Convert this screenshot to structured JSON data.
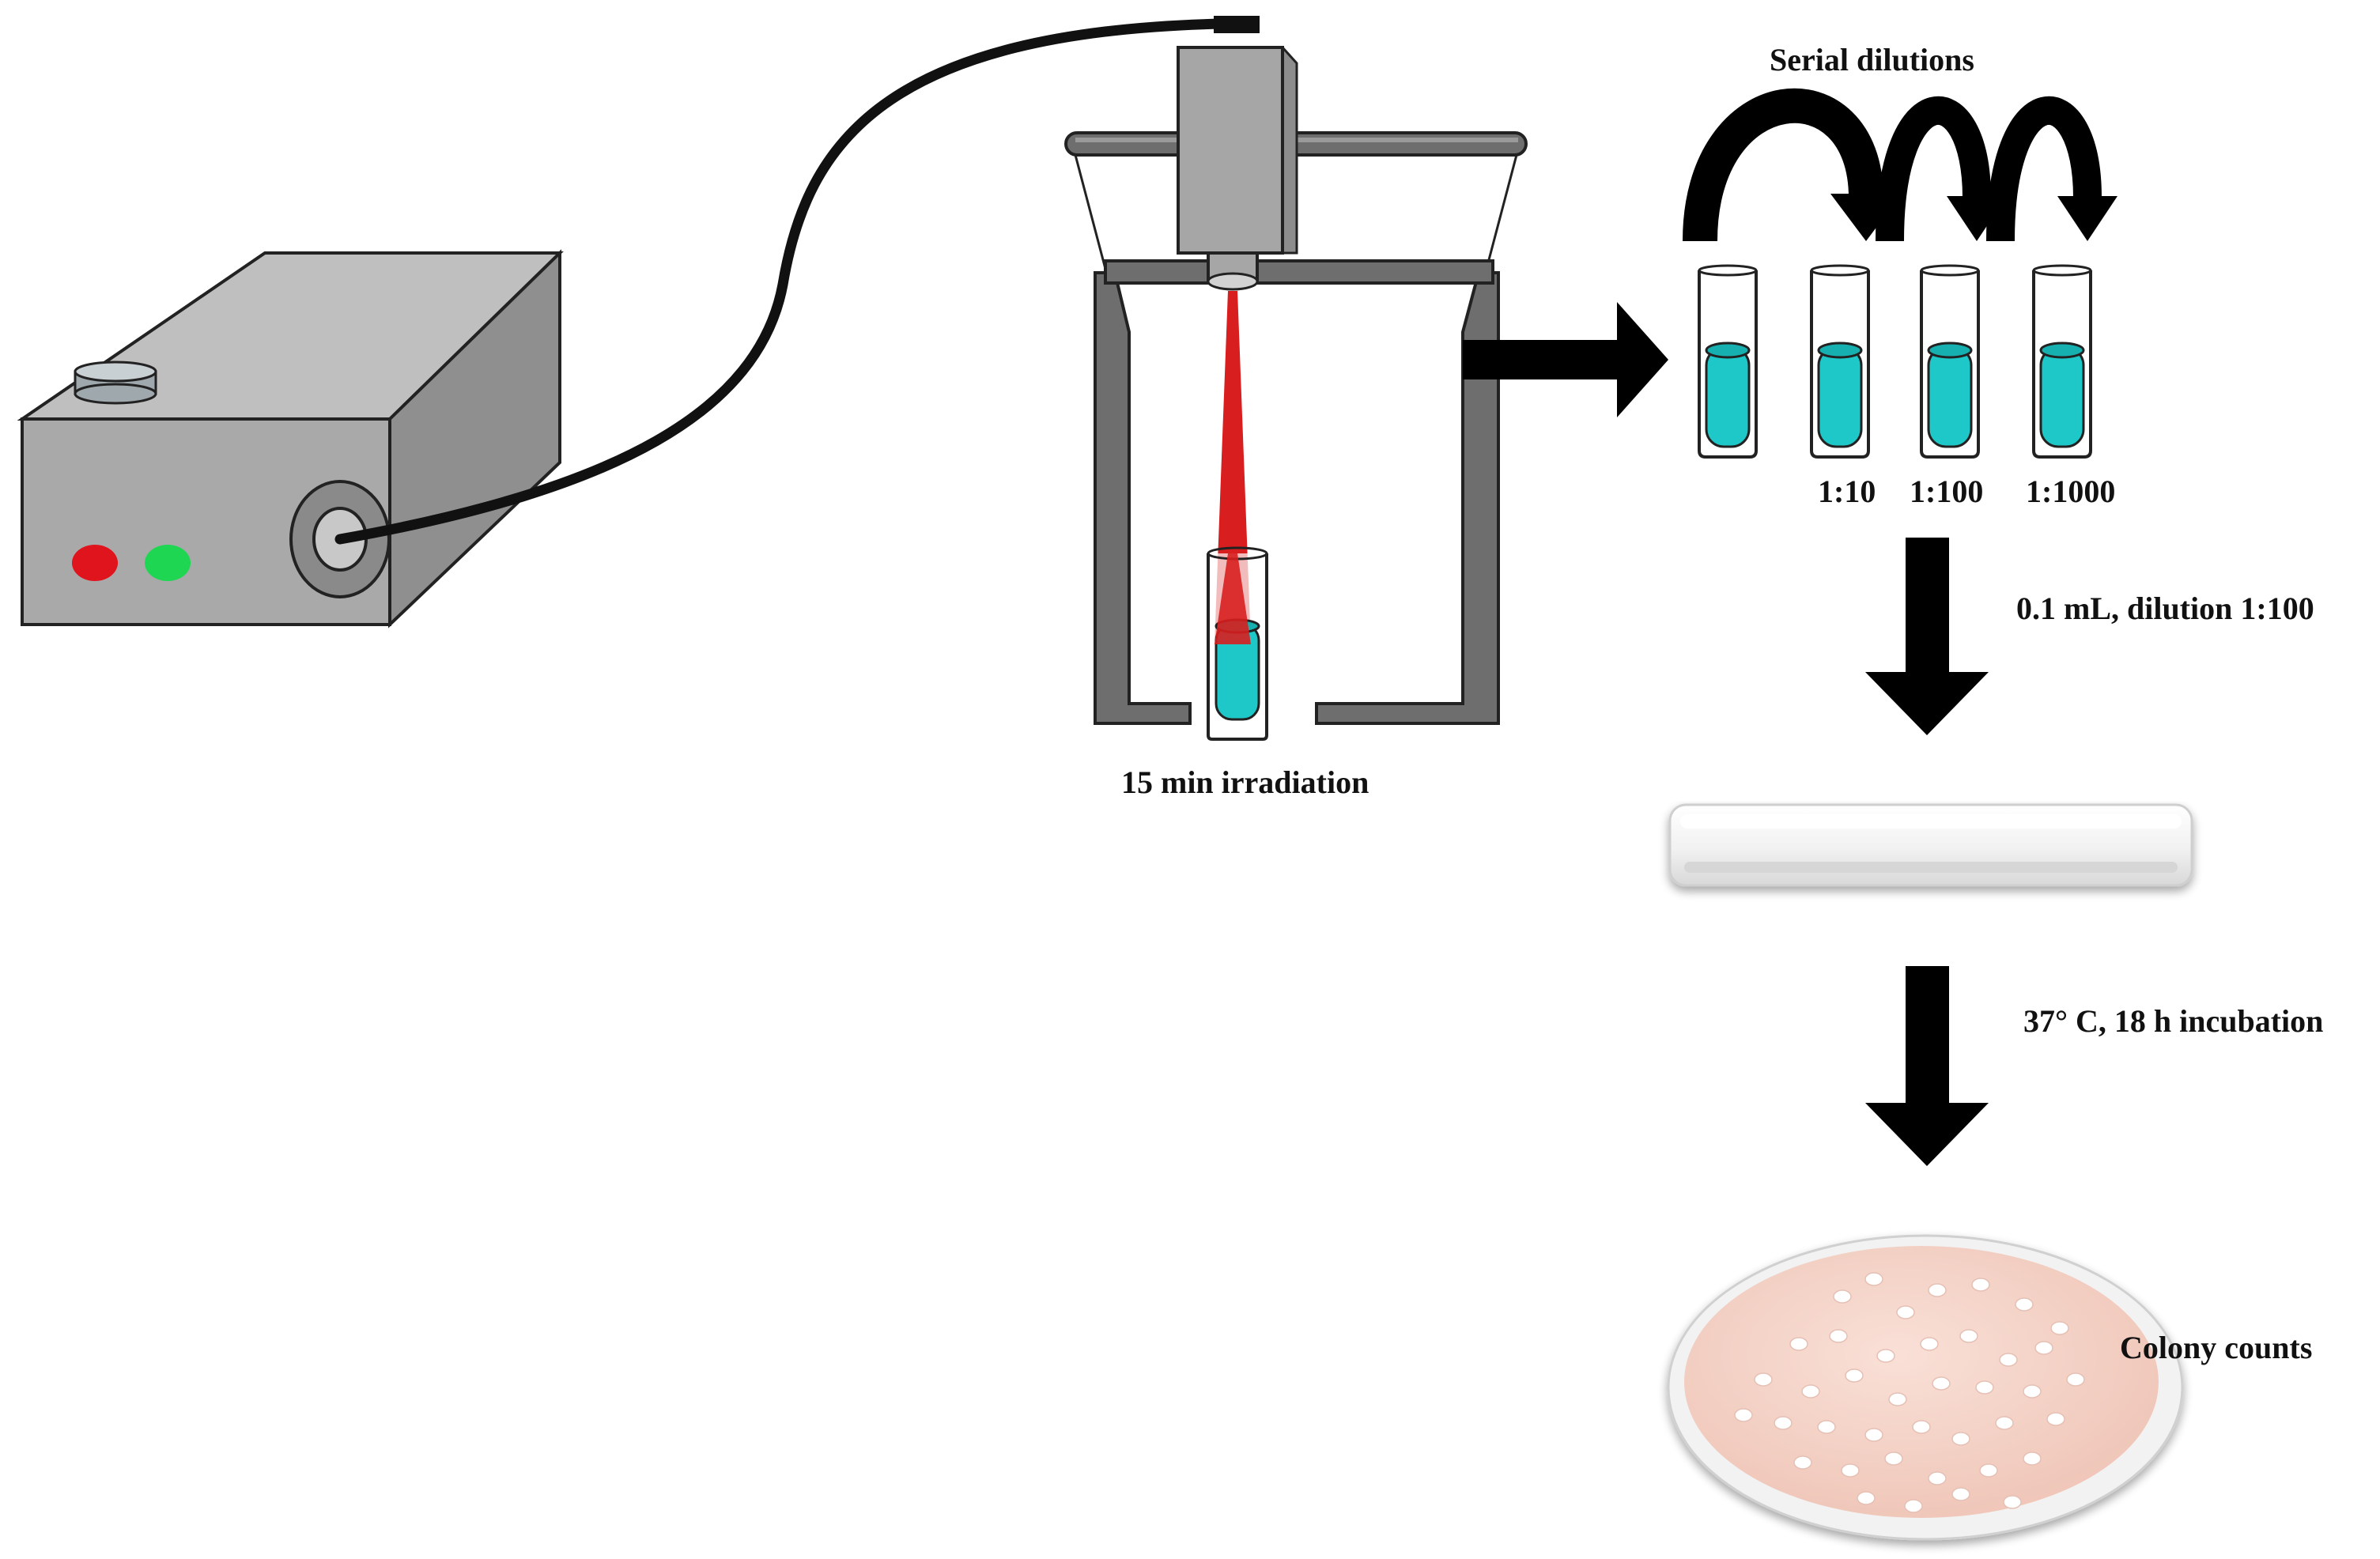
{
  "labels": {
    "irradiation": "15 min irradiation",
    "serial_dilutions": "Serial dilutions",
    "dilution_1_10": "1:10",
    "dilution_1_100": "1:100",
    "dilution_1_1000": "1:1000",
    "plating": "0.1 mL, dilution 1:100",
    "incubation": "37° C, 18 h incubation",
    "colony_counts": "Colony counts"
  },
  "colors": {
    "device_body": "#a9a9a9",
    "device_top": "#bfbfbf",
    "device_side": "#8f8f8f",
    "led_red": "#e0141c",
    "led_green": "#1fd653",
    "stand_gray": "#6e6e6e",
    "laser_red": "#d81e1e",
    "liquid_teal": "#1ec8c8",
    "agar_pink": "#f6d5cb",
    "colony_white": "#ffffff"
  },
  "icons": {
    "light_source": "laser-device-icon",
    "fiber": "optical-fiber-icon",
    "stand": "irradiation-stand-icon",
    "tube": "test-tube-icon",
    "arrow": "process-arrow-icon",
    "plate": "petri-dish-icon"
  }
}
